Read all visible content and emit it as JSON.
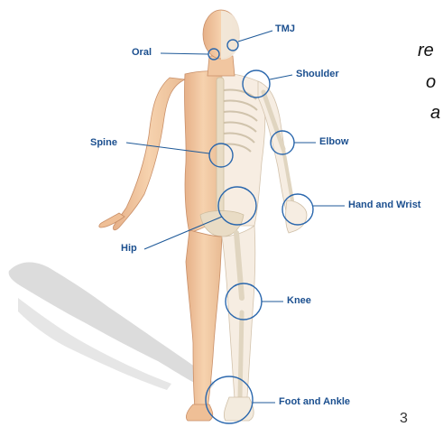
{
  "labels": {
    "tmj": "TMJ",
    "oral": "Oral",
    "shoulder": "Shoulder",
    "spine": "Spine",
    "elbow": "Elbow",
    "hand_wrist": "Hand and Wrist",
    "hip": "Hip",
    "knee": "Knee",
    "foot_ankle": "Foot and Ankle"
  },
  "side_text": [
    "re",
    "o",
    "a"
  ],
  "page_number": "3",
  "colors": {
    "label": "#1b4f8f",
    "callout_line": "#1f5a99",
    "skin": "#f2c8a0",
    "skin_shade": "#d9a27a",
    "bone": "#efe8da",
    "shadow": "#d5d5d5"
  }
}
